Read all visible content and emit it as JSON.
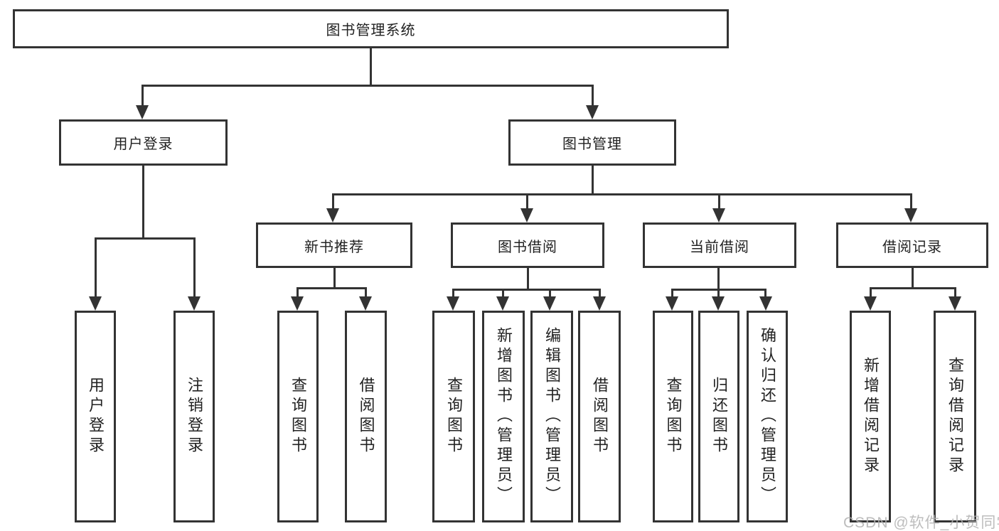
{
  "colors": {
    "line": "#333333",
    "box_border": "#333333",
    "box_fill": "#ffffff",
    "text": "#222222",
    "watermark": "#b2b2b2"
  },
  "diagram": {
    "type": "tree",
    "root": {
      "label": "图书管理系统"
    },
    "branches": [
      {
        "label": "用户登录",
        "children": [
          {
            "label": "用户登录"
          },
          {
            "label": "注销登录"
          }
        ]
      },
      {
        "label": "图书管理",
        "children": [
          {
            "label": "新书推荐",
            "children": [
              {
                "label": "查询图书"
              },
              {
                "label": "借阅图书"
              }
            ]
          },
          {
            "label": "图书借阅",
            "children": [
              {
                "label": "查询图书"
              },
              {
                "label": "新增图书（管理员）"
              },
              {
                "label": "编辑图书（管理员）"
              },
              {
                "label": "借阅图书"
              }
            ]
          },
          {
            "label": "当前借阅",
            "children": [
              {
                "label": "查询图书"
              },
              {
                "label": "归还图书"
              },
              {
                "label": "确认归还（管理员）"
              }
            ]
          },
          {
            "label": "借阅记录",
            "children": [
              {
                "label": "新增借阅记录"
              },
              {
                "label": "查询借阅记录"
              }
            ]
          }
        ]
      }
    ]
  },
  "watermark": {
    "text": "CSDN @软件_小贺同学"
  }
}
